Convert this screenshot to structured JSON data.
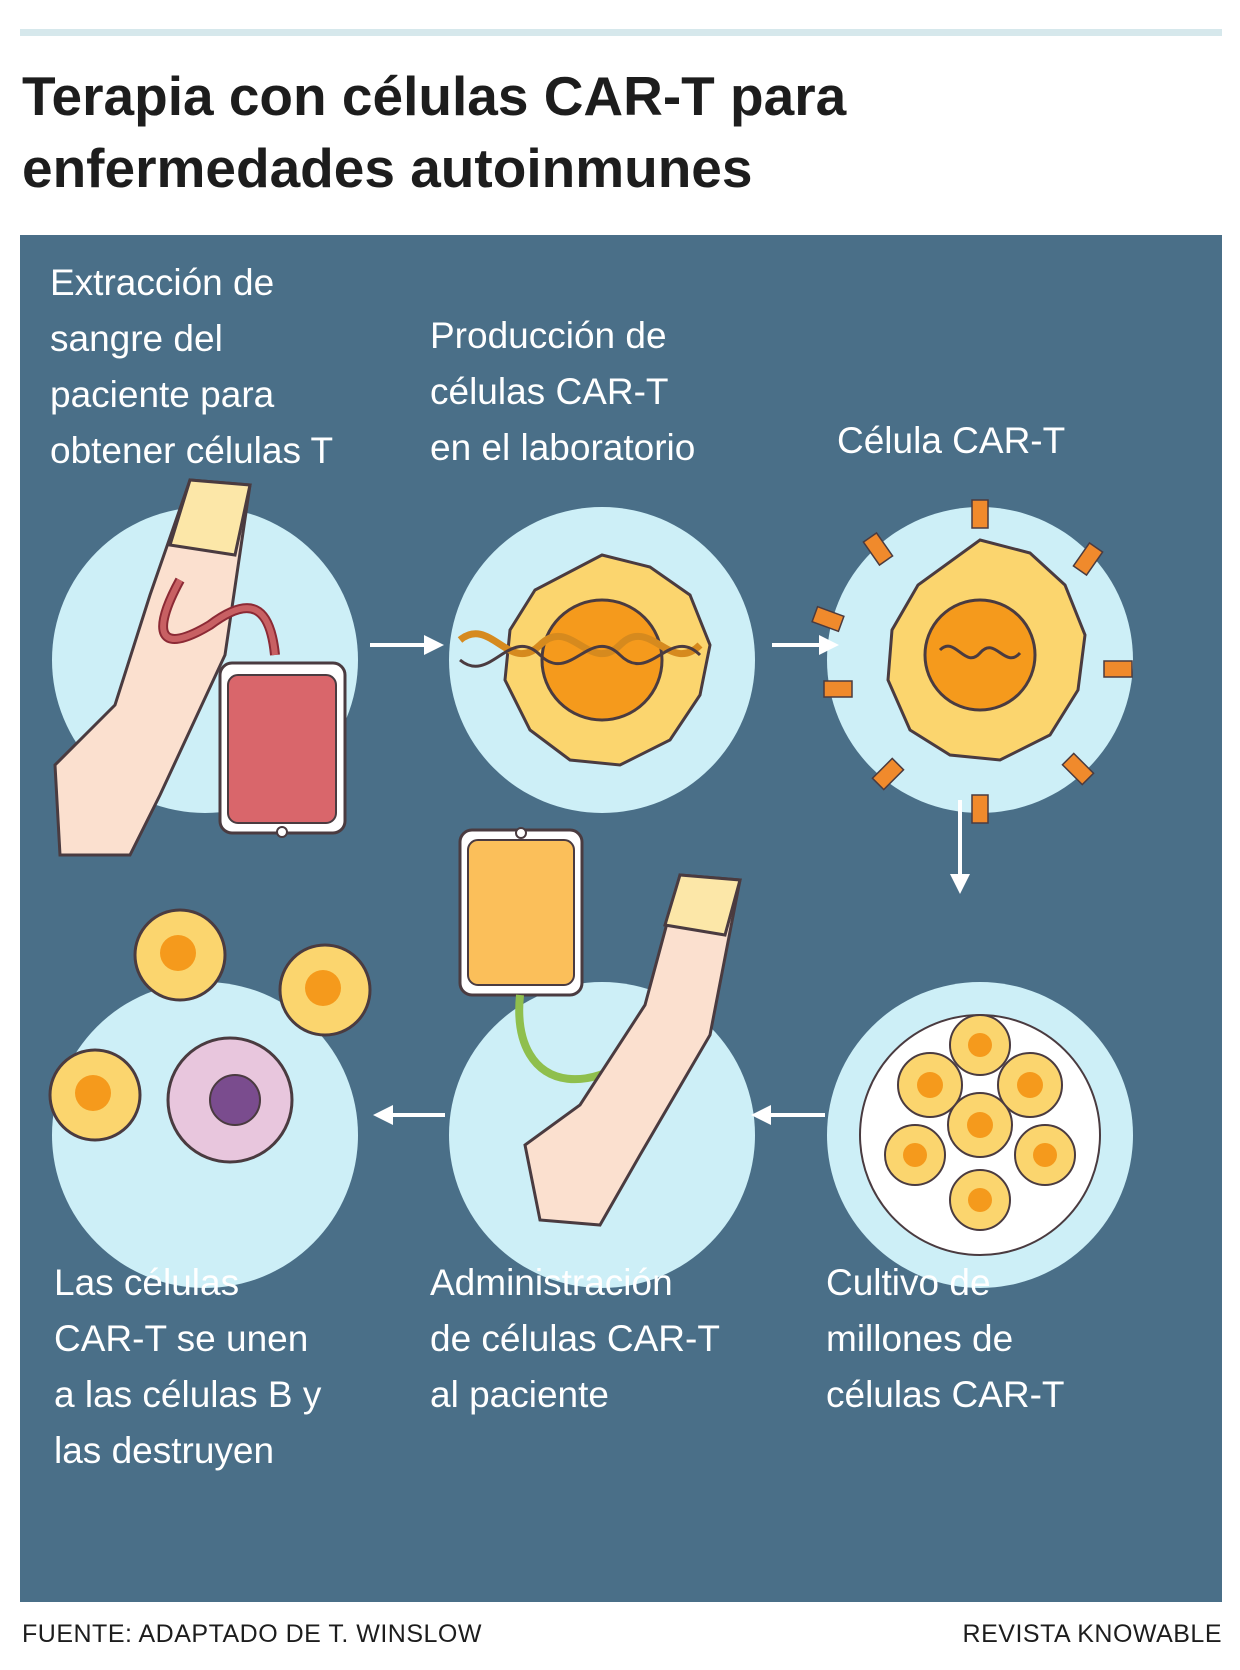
{
  "title": "Terapia con células CAR-T para enfermedades autoinmunes",
  "steps": {
    "extraction": "Extracción de\nsangre del\npaciente para\nobtener células T",
    "production": "Producción de\ncélulas CAR-T\nen el laboratorio",
    "car_t_cell": "Célula CAR-T",
    "culture": "Cultivo de\nmillones de\ncélulas CAR-T",
    "administration": "Administración\nde células CAR-T\nal paciente",
    "destruction": "Las células\nCAR-T se unen\na las células B y\nlas destruyen"
  },
  "footer": {
    "source": "FUENTE: ADAPTADO DE T. WINSLOW",
    "publisher": "REVISTA KNOWABLE"
  },
  "colors": {
    "panel": "#4a6f88",
    "circle": "#cdeff7",
    "cell": "#fbd56e",
    "nucleus": "#f59a1c",
    "blood": "#d9666b",
    "b_cell": "#e8c6dd"
  }
}
